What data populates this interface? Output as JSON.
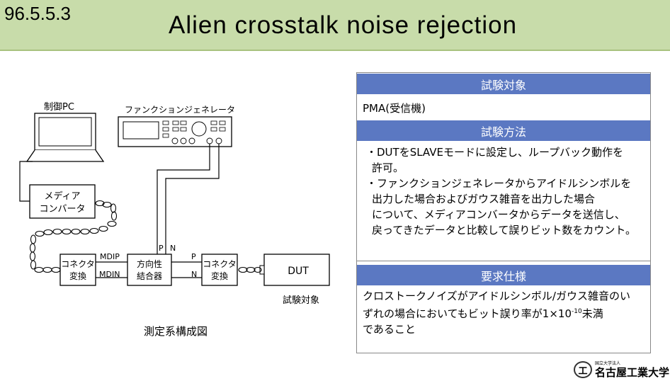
{
  "header": {
    "section_number": "96.5.5.3",
    "title": "Alien crosstalk noise rejection"
  },
  "diagram": {
    "control_pc_label": "制御PC",
    "function_generator_label": "ファンクションジェネレータ",
    "media_converter_label": [
      "メディア",
      "コンバータ"
    ],
    "connector_converter_label": [
      "コネクタ",
      "変換"
    ],
    "directional_coupler_label": [
      "方向性",
      "結合器"
    ],
    "dut_label": "DUT",
    "dut_caption": "試験対象",
    "mdip_label": "MDIP",
    "mdin_label": "MDIN",
    "p_label": "P",
    "n_label": "N",
    "caption": "測定系構成図"
  },
  "panel": {
    "target_heading": "試験対象",
    "target_text": "PMA(受信機)",
    "method_heading": "試験方法",
    "method_lines": [
      "・DUTをSLAVEモードに設定し、ループバック動作を",
      "許可。",
      "・ファンクションジェネレータからアイドルシンボルを",
      "出力した場合およびガウス雑音を出力した場合",
      "について、メディアコンバータからデータを送信し、",
      "戻ってきたデータと比較して誤りビット数をカウント。"
    ],
    "requirement_heading": "要求仕様",
    "requirement_line1": "クロストークノイズがアイドルシンボル/ガウス雑音のい",
    "requirement_line2_pre": "ずれの場合においてもビット誤り率が1×10",
    "requirement_exponent": "-10",
    "requirement_line2_post": "未満",
    "requirement_line3": "であること"
  },
  "logo": {
    "mark": "工",
    "small_text": "国立大学法人",
    "name": "名古屋工業大学"
  }
}
